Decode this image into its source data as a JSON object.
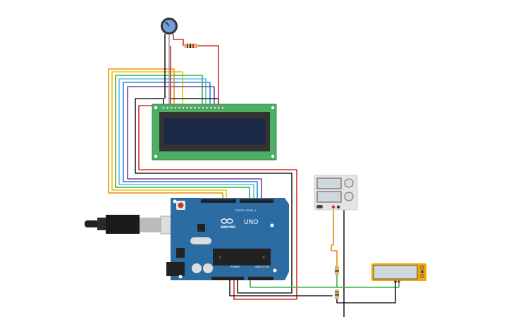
{
  "arduino": {
    "brand": "ARDUINO",
    "model": "UNO",
    "digital_label": "DIGITAL (PWM~)",
    "power_label": "POWER",
    "analog_label": "ANALOG IN",
    "color": "#2b6ca3"
  },
  "lcd": {
    "board_color": "#4caf64",
    "screen_color": "#1c2a47"
  },
  "colors": {
    "orange": "#e8900c",
    "yellow": "#f2c200",
    "green": "#3cb043",
    "light_blue": "#5bc0de",
    "blue": "#1e88e5",
    "purple": "#7b3fa0",
    "black": "#222222",
    "red": "#d32f2f",
    "grey": "#9a9a9a"
  },
  "components": [
    "potentiometer",
    "resistor",
    "lcd-16x2",
    "arduino-uno",
    "usb-cable",
    "dc-power-supply",
    "multimeter",
    "resistor",
    "resistor"
  ]
}
